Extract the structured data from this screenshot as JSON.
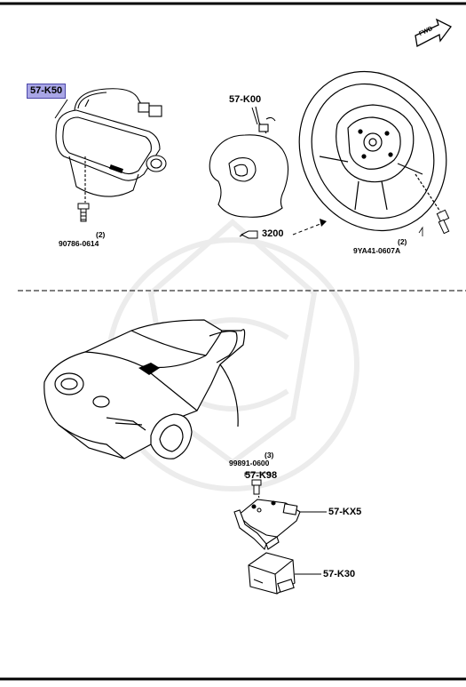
{
  "labels": {
    "fwd": "FWD",
    "airbag_passenger": "57-K50",
    "airbag_driver": "57-K00",
    "ref_page": "3200",
    "bolt_left_qty": "(2)",
    "bolt_left_part": "90786-0614",
    "bolt_right_qty": "(2)",
    "bolt_right_part": "9YA41-0607A",
    "bolt_sensor_qty": "(3)",
    "bolt_sensor_part": "99891-0600",
    "sensor_clip": "57-K98",
    "bracket": "57-KX5",
    "control_module": "57-K30"
  },
  "highlight_color": "#a9a6e6"
}
